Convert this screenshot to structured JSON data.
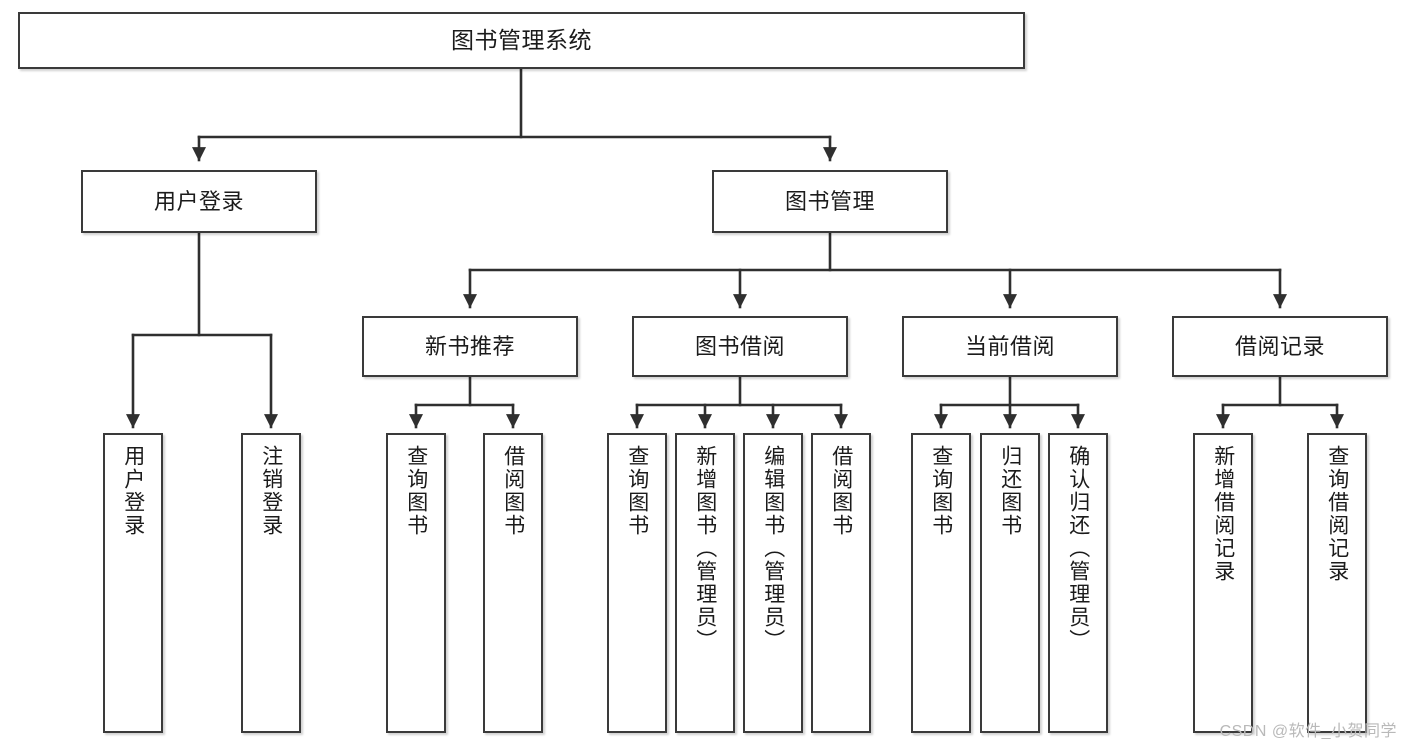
{
  "diagram": {
    "title": "图书管理系统",
    "type": "tree-hierarchy",
    "watermark": "CSDN @软件_小贺同学",
    "colors": {
      "box_border": "#3a3a3a",
      "box_fill": "#ffffff",
      "connector": "#2f2f2f",
      "text": "#1b1b1b",
      "watermark": "#b9b9b9"
    },
    "root": {
      "label": "图书管理系统"
    },
    "level2": [
      {
        "label": "用户登录"
      },
      {
        "label": "图书管理"
      }
    ],
    "level3": [
      {
        "label": "新书推荐"
      },
      {
        "label": "图书借阅"
      },
      {
        "label": "当前借阅"
      },
      {
        "label": "借阅记录"
      }
    ],
    "leaves": {
      "user_login": [
        {
          "label": "用户登录"
        },
        {
          "label": "注销登录"
        }
      ],
      "new_book": [
        {
          "label": "查询图书"
        },
        {
          "label": "借阅图书"
        }
      ],
      "book_borrow": [
        {
          "label": "查询图书"
        },
        {
          "label": "新增图书（管理员）"
        },
        {
          "label": "编辑图书（管理员）"
        },
        {
          "label": "借阅图书"
        }
      ],
      "current_borrow": [
        {
          "label": "查询图书"
        },
        {
          "label": "归还图书"
        },
        {
          "label": "确认归还（管理员）"
        }
      ],
      "borrow_record": [
        {
          "label": "新增借阅记录"
        },
        {
          "label": "查询借阅记录"
        }
      ]
    }
  }
}
